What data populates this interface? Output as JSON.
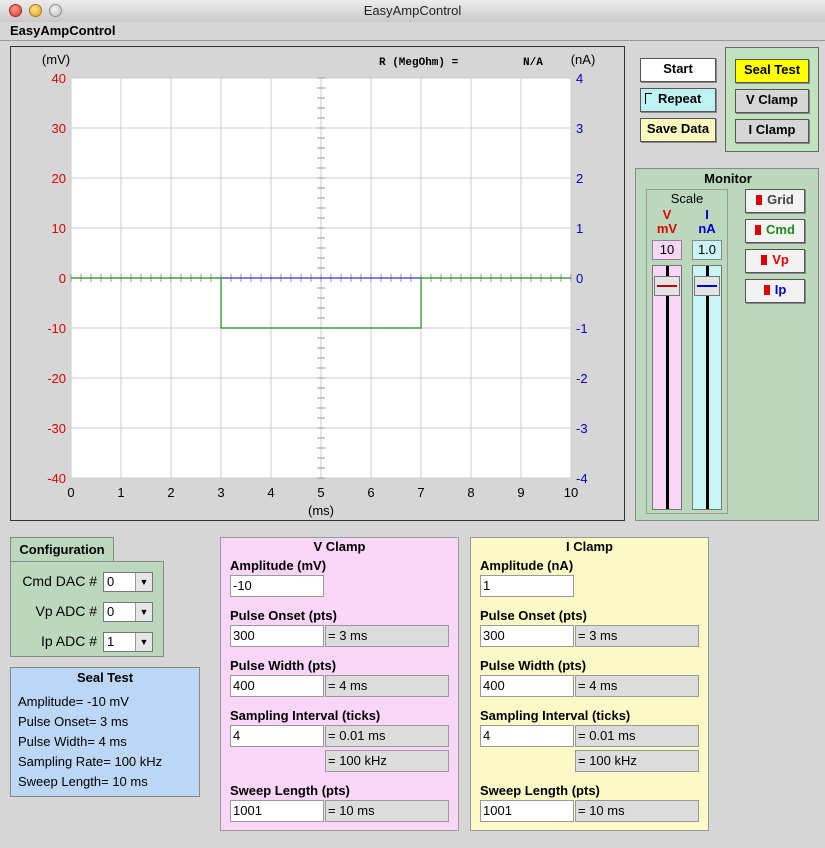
{
  "window": {
    "title": "EasyAmpControl",
    "app_header": "EasyAmpControl"
  },
  "plot": {
    "left_unit": "(mV)",
    "right_unit": "(nA)",
    "x_unit": "(ms)",
    "resistance_label": "R (MegOhm) =",
    "resistance_value": "N/A",
    "colors": {
      "voltage": "#e00000",
      "current": "#0000cc",
      "cmd": "#1a8a1a",
      "grid": "#cccccc"
    }
  },
  "chart_data": {
    "type": "line",
    "x_ticks": [
      "0",
      "1",
      "2",
      "3",
      "4",
      "5",
      "6",
      "7",
      "8",
      "9",
      "10"
    ],
    "left_ticks": [
      "40",
      "30",
      "20",
      "10",
      "0",
      "-10",
      "-20",
      "-30",
      "-40"
    ],
    "right_ticks": [
      "4",
      "3",
      "2",
      "1",
      "0",
      "-1",
      "-2",
      "-3",
      "-4"
    ],
    "xlim": [
      0,
      10
    ],
    "ylim_left": [
      -40,
      40
    ],
    "ylim_right": [
      -4,
      4
    ],
    "grid": true,
    "series": [
      {
        "x": [
          0,
          3,
          3,
          7,
          7,
          10
        ],
        "y": [
          0,
          0,
          -10,
          -10,
          0,
          0
        ]
      }
    ]
  },
  "controls": {
    "start": "Start",
    "repeat": "Repeat",
    "save_data": "Save Data",
    "seal_test": "Seal Test",
    "v_clamp": "V Clamp",
    "i_clamp": "I Clamp"
  },
  "monitor": {
    "title": "Monitor",
    "scale_label": "Scale",
    "v_label": "V",
    "v_unit": "mV",
    "i_label": "I",
    "i_unit": "nA",
    "v_scale": "10",
    "i_scale": "1.0",
    "grid": "Grid",
    "cmd": "Cmd",
    "vp": "Vp",
    "ip": "Ip"
  },
  "configuration": {
    "tab": "Configuration",
    "cmd_dac_label": "Cmd DAC  #",
    "cmd_dac_value": "0",
    "vp_adc_label": "Vp ADC  #",
    "vp_adc_value": "0",
    "ip_adc_label": "Ip ADC  #",
    "ip_adc_value": "1"
  },
  "seal_test": {
    "title": "Seal Test",
    "amplitude": "Amplitude= -10 mV",
    "onset": "Pulse Onset= 3 ms",
    "width": "Pulse Width= 4 ms",
    "rate": "Sampling Rate= 100 kHz",
    "sweep": "Sweep Length= 10 ms"
  },
  "v_clamp": {
    "title": "V Clamp",
    "amplitude_label": "Amplitude (mV)",
    "amplitude_value": "-10",
    "onset_label": "Pulse Onset (pts)",
    "onset_value": "300",
    "onset_ms": "= 3 ms",
    "width_label": "Pulse Width (pts)",
    "width_value": "400",
    "width_ms": "= 4 ms",
    "interval_label": "Sampling Interval (ticks)",
    "interval_value": "4",
    "interval_ms": "= 0.01 ms",
    "interval_khz": "= 100 kHz",
    "sweep_label": "Sweep Length (pts)",
    "sweep_value": "1001",
    "sweep_ms": "= 10 ms"
  },
  "i_clamp": {
    "title": "I Clamp",
    "amplitude_label": "Amplitude (nA)",
    "amplitude_value": "1",
    "onset_label": "Pulse Onset (pts)",
    "onset_value": "300",
    "onset_ms": "= 3 ms",
    "width_label": "Pulse Width (pts)",
    "width_value": "400",
    "width_ms": "= 4 ms",
    "interval_label": "Sampling Interval (ticks)",
    "interval_value": "4",
    "interval_ms": "= 0.01 ms",
    "interval_khz": "= 100 kHz",
    "sweep_label": "Sweep Length (pts)",
    "sweep_value": "1001",
    "sweep_ms": "= 10 ms"
  }
}
